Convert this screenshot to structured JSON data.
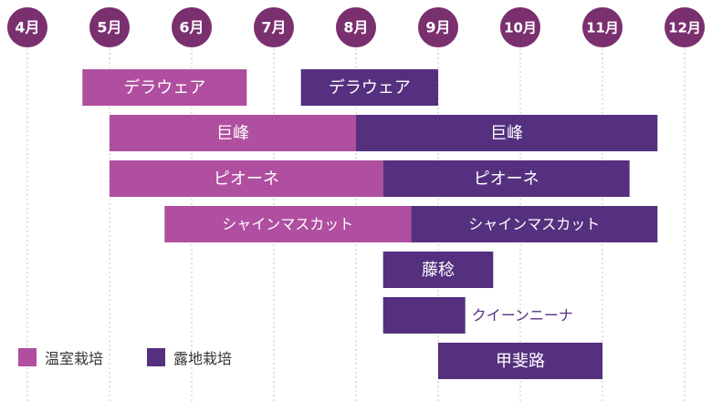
{
  "chart_data": {
    "type": "bar",
    "subtype": "gantt",
    "months": [
      "4月",
      "5月",
      "6月",
      "7月",
      "8月",
      "9月",
      "10月",
      "11月",
      "12月"
    ],
    "month_values": [
      4,
      5,
      6,
      7,
      8,
      9,
      10,
      11,
      12
    ],
    "series": [
      {
        "key": "greenhouse",
        "name": "温室栽培",
        "color": "#b04ea0"
      },
      {
        "key": "openfield",
        "name": "露地栽培",
        "color": "#55307f"
      }
    ],
    "rows": [
      {
        "label": "デラウェア",
        "segments": [
          {
            "series": "greenhouse",
            "start": 4.67,
            "end": 6.67
          },
          {
            "series": "openfield",
            "start": 7.33,
            "end": 9.0
          }
        ]
      },
      {
        "label": "巨峰",
        "segments": [
          {
            "series": "greenhouse",
            "start": 5.0,
            "end": 8.0
          },
          {
            "series": "openfield",
            "start": 8.0,
            "end": 11.67
          }
        ]
      },
      {
        "label": "ピオーネ",
        "segments": [
          {
            "series": "greenhouse",
            "start": 5.0,
            "end": 8.33
          },
          {
            "series": "openfield",
            "start": 8.33,
            "end": 11.33
          }
        ]
      },
      {
        "label": "シャインマスカット",
        "segments": [
          {
            "series": "greenhouse",
            "start": 5.67,
            "end": 8.67
          },
          {
            "series": "openfield",
            "start": 8.67,
            "end": 11.67
          }
        ]
      },
      {
        "label": "藤稔",
        "segments": [
          {
            "series": "openfield",
            "start": 8.33,
            "end": 9.67
          }
        ]
      },
      {
        "label": "クイーンニーナ",
        "segments": [
          {
            "series": "openfield",
            "start": 8.33,
            "end": 9.33
          }
        ]
      },
      {
        "label": "甲斐路",
        "segments": [
          {
            "series": "openfield",
            "start": 9.0,
            "end": 11.0
          }
        ]
      }
    ],
    "xlim": [
      4,
      12
    ],
    "grid": "vertical-dotted",
    "legend_position": "bottom-left"
  }
}
